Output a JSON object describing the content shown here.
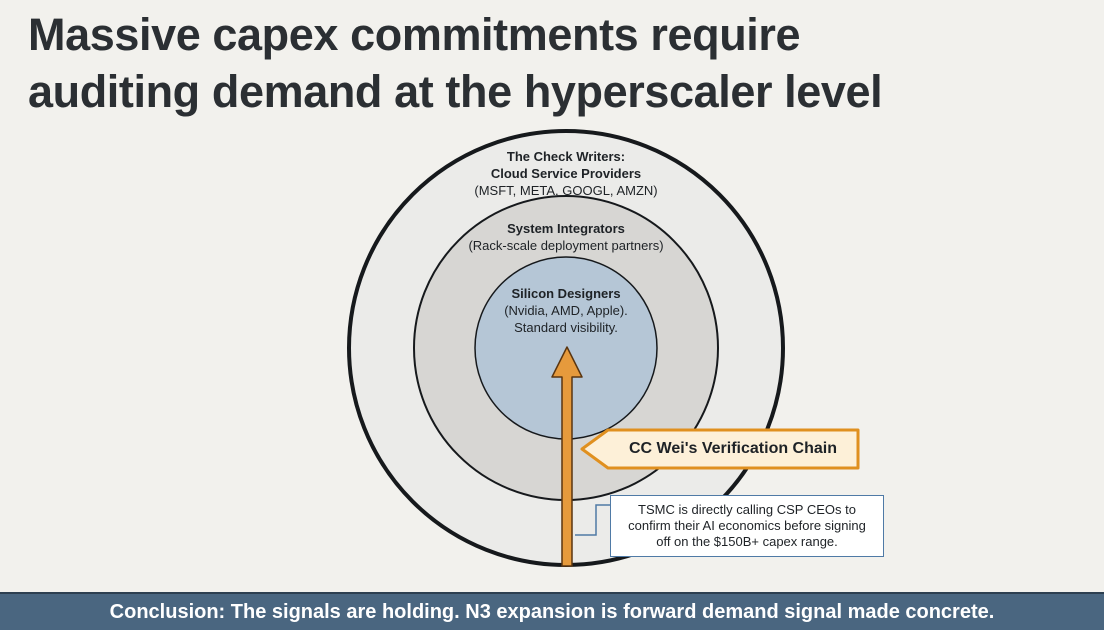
{
  "title_lines": [
    "Massive capex commitments require",
    "auditing demand at the hyperscaler level"
  ],
  "rings": {
    "outer": {
      "heading_lines": [
        "The Check Writers:",
        "Cloud Service Providers"
      ],
      "subtitle": "(MSFT, META, GOOGL, AMZN)",
      "fill": "#ebebe9"
    },
    "middle": {
      "heading": "System Integrators",
      "subtitle": "(Rack-scale deployment partners)",
      "fill": "#d7d6d3"
    },
    "inner": {
      "heading": "Silicon Designers",
      "subtitle_lines": [
        "(Nvidia, AMD, Apple).",
        "Standard visibility."
      ],
      "fill": "#b5c6d6"
    }
  },
  "callout": {
    "label": "CC Wei's Verification Chain",
    "fill": "#fdf0d8",
    "border": "#e0901f"
  },
  "note_lines": [
    "TSMC is directly calling CSP CEOs to",
    "confirm their AI economics before signing",
    "off on the $150B+ capex range."
  ],
  "arrow_color": "#e69a3c",
  "footer": {
    "text": "Conclusion: The signals are holding. N3 expansion is forward demand signal made concrete.",
    "background": "#4a6680"
  }
}
